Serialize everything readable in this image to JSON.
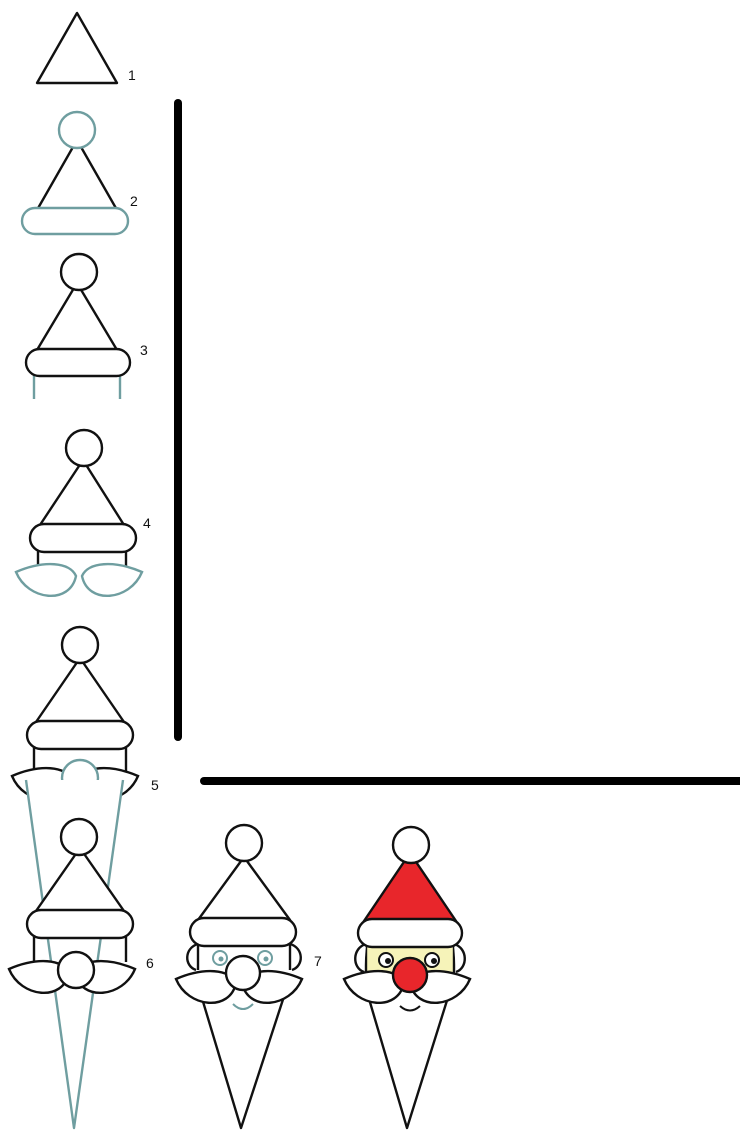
{
  "steps": [
    {
      "number": "1"
    },
    {
      "number": "2"
    },
    {
      "number": "3"
    },
    {
      "number": "4"
    },
    {
      "number": "5"
    },
    {
      "number": "6"
    },
    {
      "number": "7"
    }
  ],
  "colors": {
    "outline": "#111111",
    "new_step": "#6f9ea0",
    "hat": "#e8262b",
    "nose": "#e8262b",
    "face": "#f6f3b9",
    "paper": "#ffffff"
  }
}
